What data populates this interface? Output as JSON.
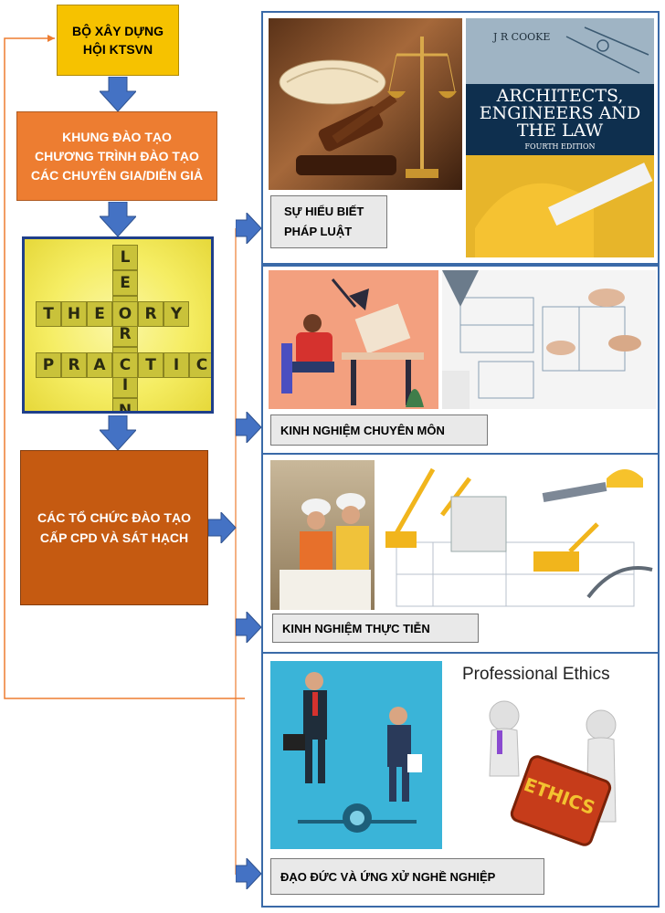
{
  "boxes": {
    "ministry": [
      "BỘ XÂY DỰNG",
      "HỘI KTSVN"
    ],
    "framework": [
      "KHUNG ĐÀO TẠO",
      "CHƯƠNG TRÌNH ĐÀO TẠO",
      "CÁC CHUYÊN GIA/DIỄN GIẢ"
    ],
    "training_orgs": [
      "CÁC TỔ CHỨC ĐÀO TẠO",
      "CẤP CPD VÀ SÁT HẠCH"
    ]
  },
  "crossword": {
    "theory": "THEORY",
    "practice": "PRACTICE",
    "learning": "LEARNING"
  },
  "panels": [
    {
      "label": [
        "SỰ HIỂU BIẾT",
        "PHÁP LUẬT"
      ]
    },
    {
      "label": "KINH NGHIỆM CHUYÊN MÔN"
    },
    {
      "label": "KINH NGHIỆM THỰC TIỄN"
    },
    {
      "label": "ĐẠO ĐỨC VÀ ỨNG XỬ NGHỀ NGHIỆP"
    }
  ],
  "book": {
    "author": "J R COOKE",
    "title": [
      "ARCHITECTS,",
      "ENGINEERS AND",
      "THE LAW"
    ],
    "edition": "FOURTH EDITION"
  },
  "ethics": {
    "heading": "Professional Ethics",
    "sign": "ETHICS"
  },
  "colors": {
    "yellow_box": "#f6c200",
    "orange_box": "#ed7d31",
    "brown_box": "#c55a11",
    "arrow_blue": "#4472c4",
    "panel_border": "#3a6aa8",
    "feedback_line": "#ed7d31"
  }
}
